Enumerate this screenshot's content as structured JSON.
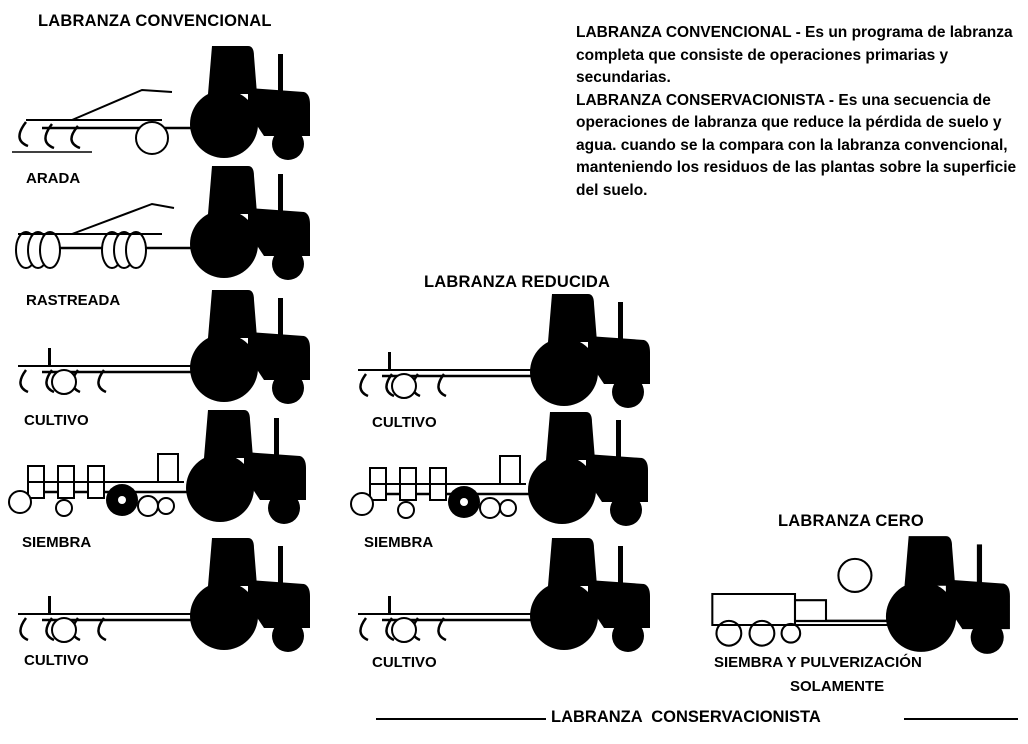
{
  "sections": {
    "conventional": "LABRANZA CONVENCIONAL",
    "reduced": "LABRANZA REDUCIDA",
    "zero": "LABRANZA CERO",
    "conservation": "LABRANZA  CONSERVACIONISTA"
  },
  "description": {
    "conventional_term": "LABRANZA CONVENCIONAL",
    "conventional_text": " - Es un programa de labranza completa que consiste de operaciones primarias y secundarias.",
    "conservation_term": "LABRANZA CONSERVACIONISTA",
    "conservation_text": " - Es una secuencia de operaciones de labranza que reduce la pérdida de suelo y agua. cuando se la compara con la labranza convencional, manteniendo los residuos de las plantas sobre la superficie del suelo."
  },
  "operations": {
    "conventional": [
      "ARADA",
      "RASTREADA",
      "CULTIVO",
      "SIEMBRA",
      "CULTIVO"
    ],
    "reduced": [
      "CULTIVO",
      "SIEMBRA",
      "CULTIVO"
    ],
    "zero_line1": "SIEMBRA Y PULVERIZACIÓN",
    "zero_line2": "SOLAMENTE"
  }
}
